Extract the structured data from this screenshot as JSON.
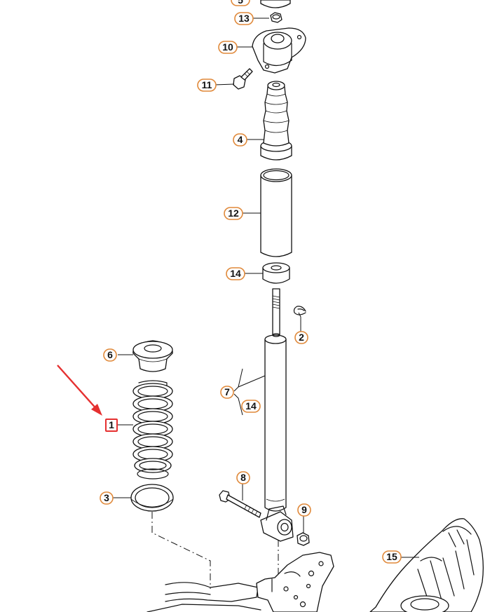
{
  "colors": {
    "callout_border": "#e0893a",
    "highlight": "#e53030",
    "arrow": "#e53030",
    "line": "#111111"
  },
  "highlighted_part": "1",
  "callouts": {
    "c5": "5",
    "c13": "13",
    "c10": "10",
    "c11": "11",
    "c4": "4",
    "c12": "12",
    "c14a": "14",
    "c2": "2",
    "c6": "6",
    "c7": "7",
    "c14b": "14",
    "c1": "1",
    "c8": "8",
    "c9": "9",
    "c3": "3",
    "c15": "15"
  }
}
